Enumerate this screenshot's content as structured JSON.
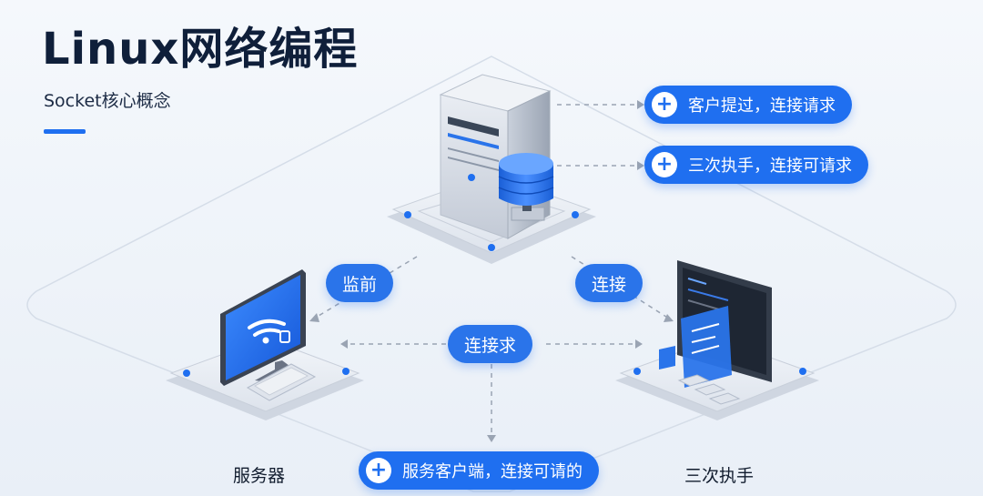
{
  "header": {
    "title": "Linux网络编程",
    "subtitle": "Socket核心概念",
    "accent_color": "#1f6ff0"
  },
  "callouts": [
    {
      "icon": "plus-icon",
      "label": "客户提过，连接请求"
    },
    {
      "icon": "plus-icon",
      "label": "三次执手，连接可请求"
    }
  ],
  "edges": {
    "left_label": "监前",
    "right_label": "连接",
    "center_label": "连接求"
  },
  "bottom_callout": {
    "icon": "plus-icon",
    "label": "服务客户端，连接可请的"
  },
  "nodes": {
    "server": {
      "icon": "server-tower-icon",
      "secondary_icon": "database-icon"
    },
    "left_device": {
      "icon": "desktop-monitor-icon",
      "secondary_icon": "wifi-icon",
      "caption": "服务器"
    },
    "right_device": {
      "icon": "code-monitor-icon",
      "caption": "三次执手"
    }
  },
  "colors": {
    "primary": "#1f6ff0",
    "text_dark": "#0f1f3a",
    "platform": "#e3e8f0"
  }
}
